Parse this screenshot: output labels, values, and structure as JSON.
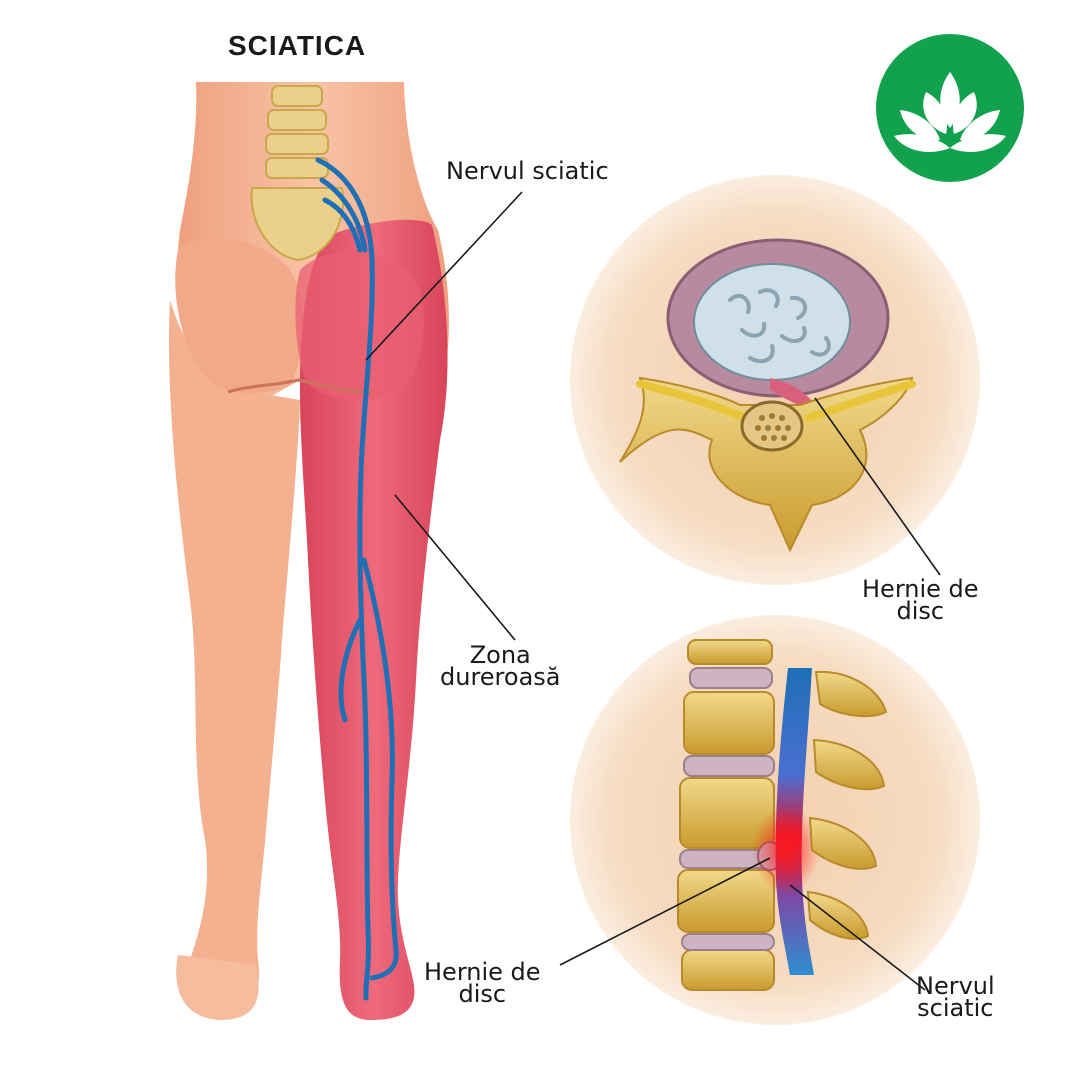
{
  "title": "SCIATICA",
  "labels": {
    "sciatic_nerve_top": "Nervul sciatic",
    "pain_zone": [
      "Zona",
      "dureroasă"
    ],
    "herniated_disc_top": [
      "Hernie de",
      "disc"
    ],
    "herniated_disc_bottom": [
      "Hernie de",
      "disc"
    ],
    "sciatic_nerve_bottom": [
      "Nervul",
      "sciatic"
    ]
  },
  "icons": {
    "logo": "lotus-icon"
  },
  "colors": {
    "logo_bg": "#12a24d",
    "nerve": "#1f6fb5",
    "pain": "#e5566a",
    "skin": "#f5b293",
    "bone": "#e2c15a",
    "circle_bg": "#f6d7b8"
  }
}
